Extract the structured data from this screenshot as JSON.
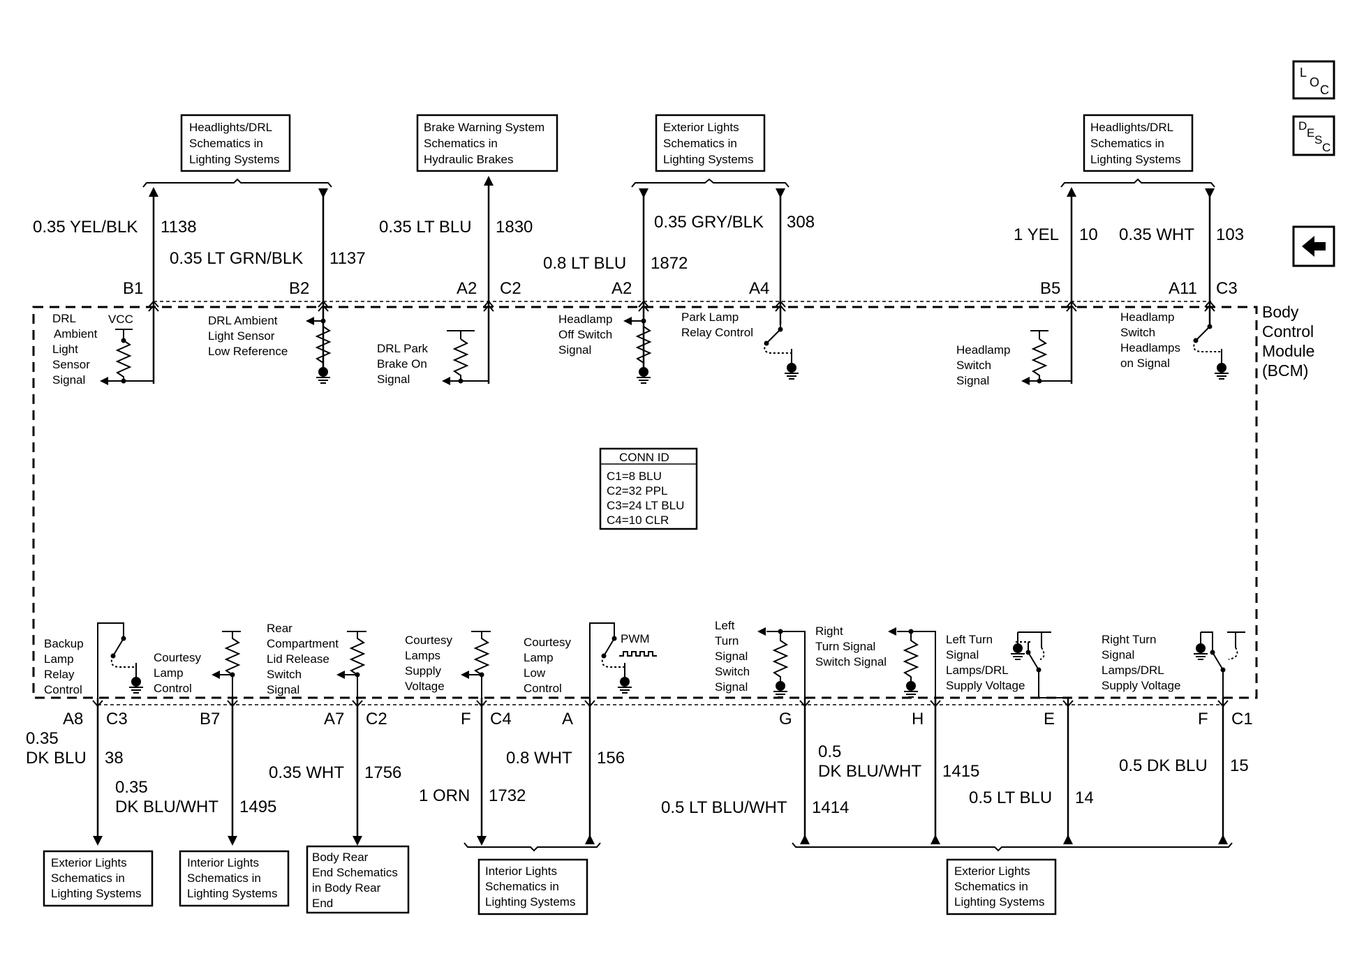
{
  "nav": {
    "loc": {
      "main": "L",
      "mid": "O",
      "sub": "C"
    },
    "desc": {
      "main": "D",
      "mid": "E",
      "low": "S",
      "sub": "C"
    },
    "back_icon": "left-arrow-icon"
  },
  "top_refs": [
    [
      "Headlights/DRL",
      "Schematics in",
      "Lighting Systems"
    ],
    [
      "Brake Warning System",
      "Schematics in",
      "Hydraulic Brakes"
    ],
    [
      "Exterior Lights",
      "Schematics in",
      "Lighting Systems"
    ],
    [
      "Headlights/DRL",
      "Schematics in",
      "Lighting Systems"
    ]
  ],
  "bottom_refs": [
    [
      "Exterior Lights",
      "Schematics in",
      "Lighting Systems"
    ],
    [
      "Interior Lights",
      "Schematics in",
      "Lighting Systems"
    ],
    [
      "Body Rear",
      "End Schematics",
      "in Body Rear",
      "End"
    ],
    [
      "Interior Lights",
      "Schematics in",
      "Lighting Systems"
    ],
    [
      "Exterior Lights",
      "Schematics in",
      "Lighting Systems"
    ]
  ],
  "top_wires": [
    {
      "color": "0.35 YEL/BLK",
      "circuit": "1138"
    },
    {
      "color": "0.35 LT GRN/BLK",
      "circuit": "1137"
    },
    {
      "color": "0.35 LT BLU",
      "circuit": "1830"
    },
    {
      "color": "0.8 LT BLU",
      "circuit": "1872"
    },
    {
      "color": "0.35 GRY/BLK",
      "circuit": "308"
    },
    {
      "color": "1 YEL",
      "circuit": "10"
    },
    {
      "color": "0.35 WHT",
      "circuit": "103"
    }
  ],
  "top_pins": [
    "B1",
    "B2",
    "A2",
    "C2",
    "A2",
    "A4",
    "B5",
    "A11",
    "C3"
  ],
  "bottom_wires": [
    {
      "color_1": "0.35",
      "color_2": "DK BLU",
      "circuit": "38"
    },
    {
      "color_1": "0.35",
      "color_2": "DK BLU/WHT",
      "circuit": "1495"
    },
    {
      "color": "0.35 WHT",
      "circuit": "1756"
    },
    {
      "color": "1 ORN",
      "circuit": "1732"
    },
    {
      "color": "0.8 WHT",
      "circuit": "156"
    },
    {
      "color": "0.5 LT BLU/WHT",
      "circuit": "1414"
    },
    {
      "color_1": "0.5",
      "color_2": "DK BLU/WHT",
      "circuit": "1415"
    },
    {
      "color": "0.5 LT BLU",
      "circuit": "14"
    },
    {
      "color": "0.5 DK BLU",
      "circuit": "15"
    }
  ],
  "bottom_pins": [
    "A8",
    "C3",
    "B7",
    "A7",
    "C2",
    "F",
    "C4",
    "A",
    "G",
    "H",
    "E",
    "F",
    "C1"
  ],
  "top_functions": [
    [
      "DRL",
      "Ambient",
      "Light",
      "Sensor",
      "Signal"
    ],
    [
      "DRL Ambient",
      "Light Sensor",
      "Low Reference"
    ],
    [
      "DRL Park",
      "Brake On",
      "Signal"
    ],
    [
      "Headlamp",
      "Off Switch",
      "Signal"
    ],
    [
      "Park Lamp",
      "Relay Control"
    ],
    [
      "Headlamp",
      "Switch",
      "Signal"
    ],
    [
      "Headlamp",
      "Switch",
      "Headlamps",
      "on Signal"
    ]
  ],
  "vcc_label": "VCC",
  "pwm_label": "PWM",
  "bottom_functions": [
    [
      "Backup",
      "Lamp",
      "Relay",
      "Control"
    ],
    [
      "Courtesy",
      "Lamp",
      "Control"
    ],
    [
      "Rear",
      "Compartment",
      "Lid Release",
      "Switch",
      "Signal"
    ],
    [
      "Courtesy",
      "Lamps",
      "Supply",
      "Voltage"
    ],
    [
      "Courtesy",
      "Lamp",
      "Low",
      "Control"
    ],
    [
      "Left",
      "Turn",
      "Signal",
      "Switch",
      "Signal"
    ],
    [
      "Right",
      "Turn Signal",
      "Switch Signal"
    ],
    [
      "Left Turn",
      "Signal",
      "Lamps/DRL",
      "Supply Voltage"
    ],
    [
      "Right Turn",
      "Signal",
      "Lamps/DRL",
      "Supply Voltage"
    ]
  ],
  "module_label": [
    "Body",
    "Control",
    "Module",
    "(BCM)"
  ],
  "conn_id": {
    "title": "CONN ID",
    "lines": [
      "C1=8 BLU",
      "C2=32 PPL",
      "C3=24 LT BLU",
      "C4=10 CLR"
    ]
  }
}
